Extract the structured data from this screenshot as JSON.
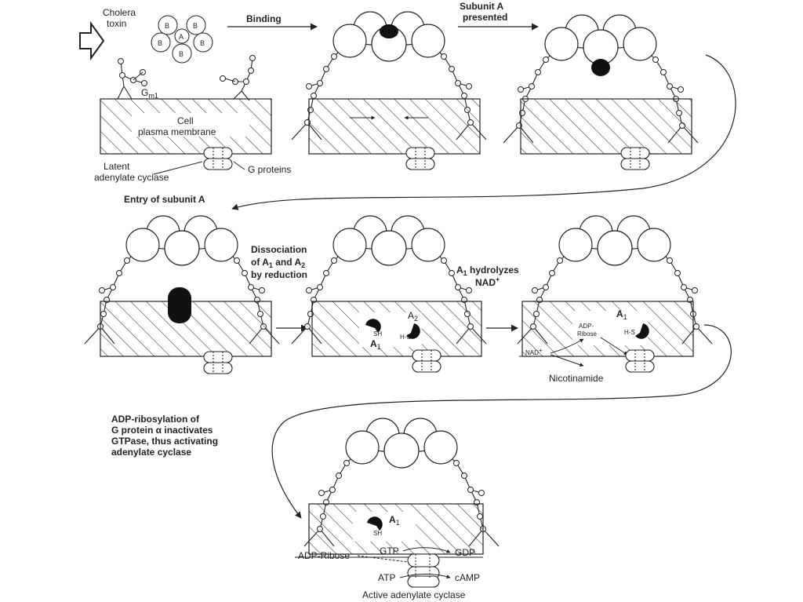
{
  "labels": {
    "cholera": "Cholera",
    "toxin": "toxin",
    "binding": "Binding",
    "subunit_a": "Subunit A",
    "presented": "presented",
    "gm1_g": "G",
    "gm1_sub": "m1",
    "cell": "Cell",
    "plasma_membrane": "plasma membrane",
    "latent": "Latent",
    "adenylate_cyclase": "adenylate cyclase",
    "g_proteins": "G proteins",
    "entry": "Entry of subunit A",
    "dissociation": "Dissociation",
    "of_a1_a2": "of A",
    "sub_1": "1",
    "sub_2": "2",
    "and_a": " and A",
    "by_reduction": "by reduction",
    "a1_hydrolyzes": "A",
    "hydrolyzes": " hydrolyzes",
    "nad_plus": "NAD",
    "plus": "+",
    "a_letter": "A",
    "adp": "ADP-",
    "ribose": "Ribose",
    "nad_small": "NAD",
    "nicotinamide": "Nicotinamide",
    "adp_line1": "ADP-ribosylation of",
    "adp_line2": "G protein α inactivates",
    "adp_line3": "GTPase, thus activating",
    "adp_line4": "adenylate cyclase",
    "adp_ribose": "ADP-Ribose",
    "gtp": "GTP",
    "gdp": "GDP",
    "atp": "ATP",
    "camp": "cAMP",
    "active_ac": "Active adenylate cyclase",
    "sh": "SH",
    "hs": "H-S",
    "sub_a": "A",
    "sub_b": "B"
  }
}
